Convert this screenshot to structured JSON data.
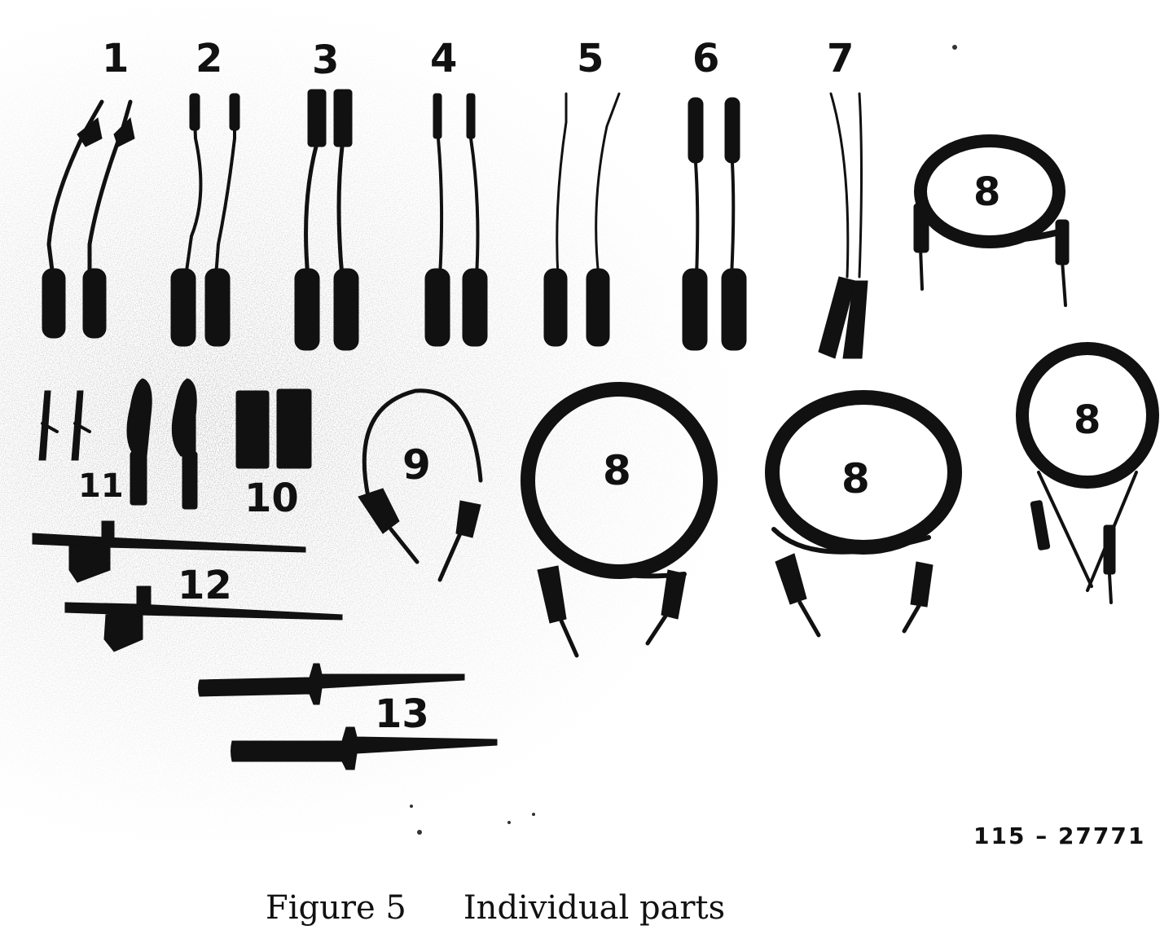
{
  "figure": {
    "part_numbers": [
      "1",
      "2",
      "3",
      "4",
      "5",
      "6",
      "7",
      "8",
      "8",
      "8",
      "8",
      "9",
      "10",
      "11",
      "12",
      "13"
    ],
    "drawing_code": "115 – 27771",
    "caption_label": "Figure 5",
    "caption_text": "Individual parts"
  },
  "colors": {
    "ink": "#111111",
    "paper": "#ffffff",
    "speckle": "#9a9a9a"
  }
}
